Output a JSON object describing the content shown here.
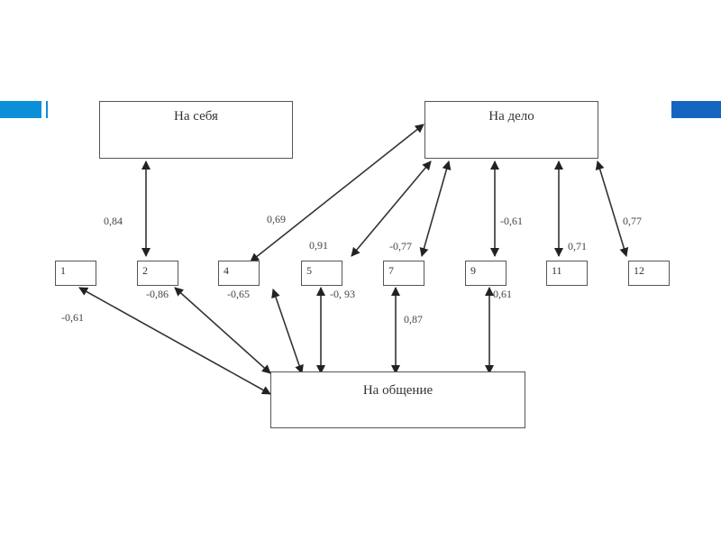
{
  "colors": {
    "left_bar": "#0b8fd6",
    "right_bar": "#1565c0",
    "line": "#333333"
  },
  "nodes": {
    "self": "На себя",
    "task": "На дело",
    "communication": "На общение",
    "n1": "1",
    "n2": "2",
    "n4": "4",
    "n5": "5",
    "n7": "7",
    "n9": "9",
    "n11": "11",
    "n12": "12"
  },
  "labels": {
    "self_2": "0,84",
    "task_4": "0,69",
    "task_5": "0,91",
    "task_7": "-0,77",
    "task_9": "-0,61",
    "task_11": "0,71",
    "task_12": "0,77",
    "comm_1": "-0,61",
    "comm_2": "-0,86",
    "comm_4": "-0,65",
    "comm_5": "-0, 93",
    "comm_7": "0,87",
    "comm_9": "0,61"
  }
}
